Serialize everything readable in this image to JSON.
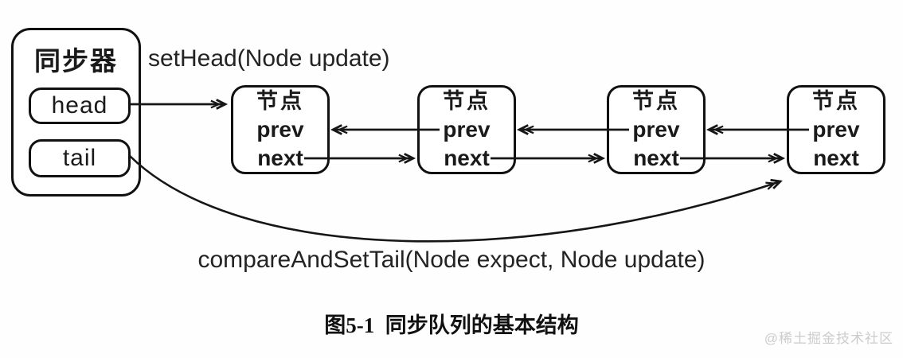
{
  "colors": {
    "ink": "#161616",
    "background": "#fefefe",
    "watermark_gray": "#cccccc"
  },
  "diagram": {
    "synchronizer": {
      "title": "同步器",
      "fields": [
        {
          "label": "head"
        },
        {
          "label": "tail"
        }
      ]
    },
    "labels": {
      "set_head": "setHead(Node update)",
      "compare_and_set_tail": "compareAndSetTail(Node expect, Node update)"
    },
    "nodes": [
      {
        "title": "节点",
        "fields": [
          "prev",
          "next"
        ]
      },
      {
        "title": "节点",
        "fields": [
          "prev",
          "next"
        ]
      },
      {
        "title": "节点",
        "fields": [
          "prev",
          "next"
        ]
      },
      {
        "title": "节点",
        "fields": [
          "prev",
          "next"
        ]
      }
    ]
  },
  "caption": "图5-1  同步队列的基本结构",
  "watermark": "@稀土掘金技术社区"
}
